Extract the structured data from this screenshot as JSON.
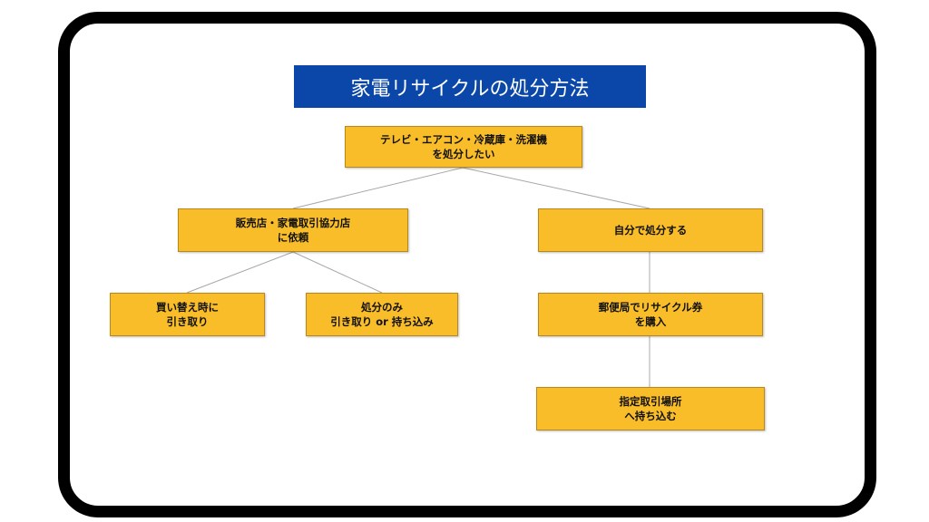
{
  "title": "家電リサイクルの処分方法",
  "colors": {
    "title_bg": "#0a47a9",
    "node_bg": "#f8bd28",
    "frame": "#000000"
  },
  "nodes": {
    "root": {
      "line1": "テレビ・エアコン・冷蔵庫・洗濯機",
      "line2": "を処分したい"
    },
    "store": {
      "line1": "販売店・家電取引協力店",
      "line2": "に依頼"
    },
    "self": {
      "line1": "自分で処分する"
    },
    "replace": {
      "line1": "買い替え時に",
      "line2": "引き取り"
    },
    "disposal_only": {
      "line1": "処分のみ",
      "line2": "引き取り or 持ち込み"
    },
    "post_office": {
      "line1": "郵便局でリサイクル券",
      "line2": "を購入"
    },
    "designated": {
      "line1": "指定取引場所",
      "line2": "へ持ち込む"
    }
  },
  "edges": [
    [
      "root",
      "store"
    ],
    [
      "root",
      "self"
    ],
    [
      "store",
      "replace"
    ],
    [
      "store",
      "disposal_only"
    ],
    [
      "self",
      "post_office"
    ],
    [
      "post_office",
      "designated"
    ]
  ]
}
